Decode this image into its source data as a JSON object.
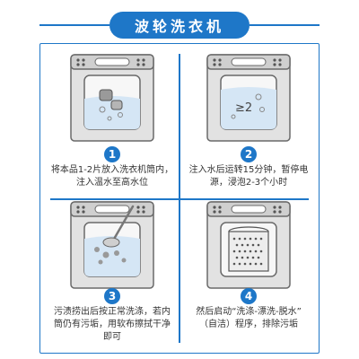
{
  "title": "波轮洗衣机",
  "steps": [
    {
      "number": "1",
      "lines": [
        "将本品1-2片放入洗衣机筒内，",
        "注入温水至高水位"
      ],
      "icon": "washer-tablet-drop-icon"
    },
    {
      "number": "2",
      "lines": [
        "注入水后运转15分钟，暂停电",
        "源，浸泡2-3个小时"
      ],
      "icon": "washer-soak-timer-icon",
      "icon_text": "≥2"
    },
    {
      "number": "3",
      "lines": [
        "污渍捞出后按正常洗涤，若内",
        "筒仍有污垢，用软布擦拭干净",
        "即可"
      ],
      "icon": "washer-scoop-dirt-icon"
    },
    {
      "number": "4",
      "lines": [
        "然后启动“洗涤-漂洗-脱水”",
        "（自洁）程序，排除污垢"
      ],
      "icon": "washer-clean-drum-icon"
    }
  ],
  "colors": {
    "accent": "#1e77c8",
    "machine": "#dcdcdc",
    "machine_dark": "#555555"
  }
}
